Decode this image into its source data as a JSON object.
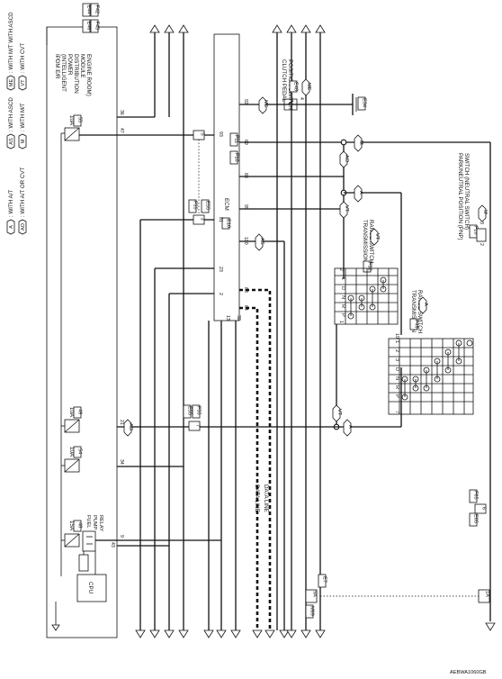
{
  "legend": [
    {
      "code": "A",
      "text": ": WITH A/T"
    },
    {
      "code": "AO",
      "text": ": WITH A/T OR CVT"
    },
    {
      "code": "AS",
      "text": ": WITH ASCD"
    },
    {
      "code": "M",
      "text": ": WITH M/T"
    },
    {
      "code": "ME",
      "text": ": WITH M/T WITH ASCD"
    },
    {
      "code": "VT",
      "text": ": WITH CVT"
    }
  ],
  "ipdm": {
    "title_lines": [
      "IPDM E/R",
      "(INTELLIGENT",
      "POWER",
      "DISTRIBUTION",
      "MODULE",
      "ENGINE ROOM)"
    ],
    "connectors": [
      "E44",
      "E46",
      "F42",
      "F43"
    ],
    "fuses": [
      "10A",
      "55",
      "15A",
      "48",
      "10A",
      "54",
      "10A",
      "49"
    ],
    "relay_label": [
      "FUEL",
      "PUMP",
      "RELAY"
    ],
    "cpu": "CPU",
    "pins": [
      "36",
      "47",
      "21",
      "34",
      "43",
      "9"
    ]
  },
  "ecm": {
    "title": "ECM",
    "connectors": [
      "E16",
      "F10",
      "F11"
    ],
    "pins": [
      "92",
      "93",
      "69",
      "88",
      "99",
      "81",
      "100",
      "23",
      "83",
      "84",
      "2",
      "13",
      "32"
    ]
  },
  "clutch_switch": {
    "lines": [
      "CLUTCH PEDAL",
      "POSITION SWITCH"
    ],
    "connector": "E48",
    "code": "ME",
    "pin": "4",
    "ground_connector": "E34"
  },
  "tr_switch_cvt": {
    "lines": [
      "TRANSMISSION",
      "RANGE SWITCH"
    ],
    "code": "VT",
    "connector": "F52",
    "positions": [
      "P",
      "R",
      "N",
      "D",
      "L"
    ],
    "pins": [
      "1",
      "2"
    ]
  },
  "tr_switch_at": {
    "lines": [
      "TRANSMISSION",
      "RANGE SWITCH"
    ],
    "code": "A",
    "connector": "F49",
    "positions": [
      "P",
      "R",
      "N",
      "D",
      "3",
      "2",
      "1"
    ],
    "pins": [
      "7",
      "10"
    ]
  },
  "pnp_switch": {
    "lines": [
      "PARK/NEUTRAL POSITION (PNP)",
      "SWITCH (NEUTRAL SWITCH)"
    ],
    "connector": "F28",
    "code": "M",
    "pins": [
      "2",
      "3"
    ]
  },
  "joint_labels": {
    "s": "S",
    "n3": "3",
    "n7": "7",
    "n6": "6",
    "c_f55": "F55",
    "c_e55": "E55",
    "c_e55b": "E55",
    "c_f55b": "F55",
    "c_e65": "E65",
    "c_f65": "F65",
    "e7": "E7",
    "m69": "M69",
    "s9a": "9A",
    "s1a": "1A"
  },
  "data_lines": [
    "DATA LINE",
    "DATA LINE"
  ],
  "codes_on_lines": {
    "ao_top": "AO",
    "m_top": "M",
    "a_top": "A",
    "vt_mid": "VT",
    "as_mid": "AS",
    "ao_bottom": "AO",
    "vt_bottom": "VT",
    "a_bottom": "A",
    "me_top": "ME"
  },
  "diagram_id": "AEBWA1060GB"
}
